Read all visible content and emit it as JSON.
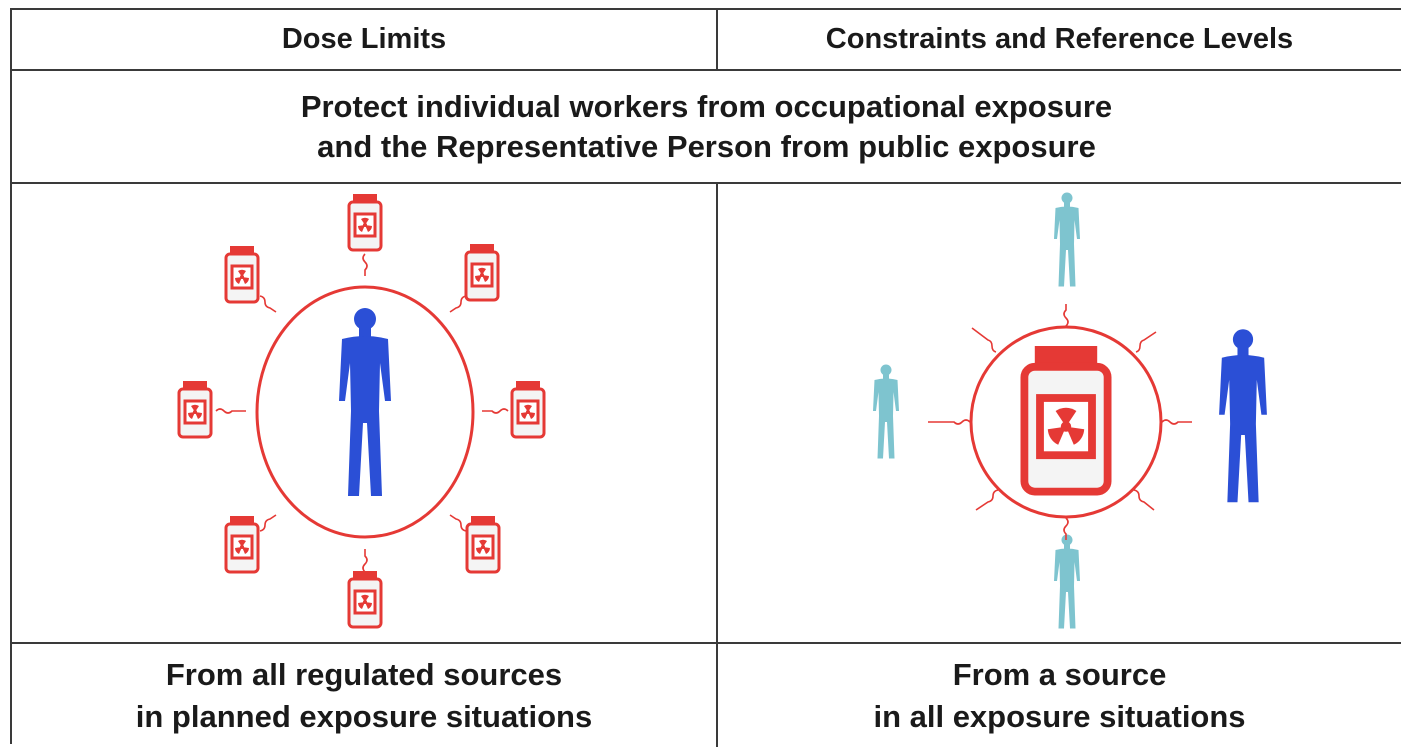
{
  "table": {
    "header_left": "Dose Limits",
    "header_right": "Constraints and Reference Levels",
    "purpose_line1": "Protect individual workers from occupational exposure",
    "purpose_line2": "and the Representative Person from public exposure",
    "footer_left_line1": "From all regulated sources",
    "footer_left_line2": "in planned exposure situations",
    "footer_right_line1": "From a source",
    "footer_right_line2": "in all exposure situations"
  },
  "colors": {
    "border": "#3a3a3a",
    "radiation_red": "#e53935",
    "person_blue": "#2b4fd6",
    "person_light": "#7ec4cf"
  },
  "icons": {
    "left_panel": [
      "person-icon",
      "radioactive-bottle-icon"
    ],
    "right_panel": [
      "radioactive-bottle-icon",
      "person-icon"
    ]
  }
}
